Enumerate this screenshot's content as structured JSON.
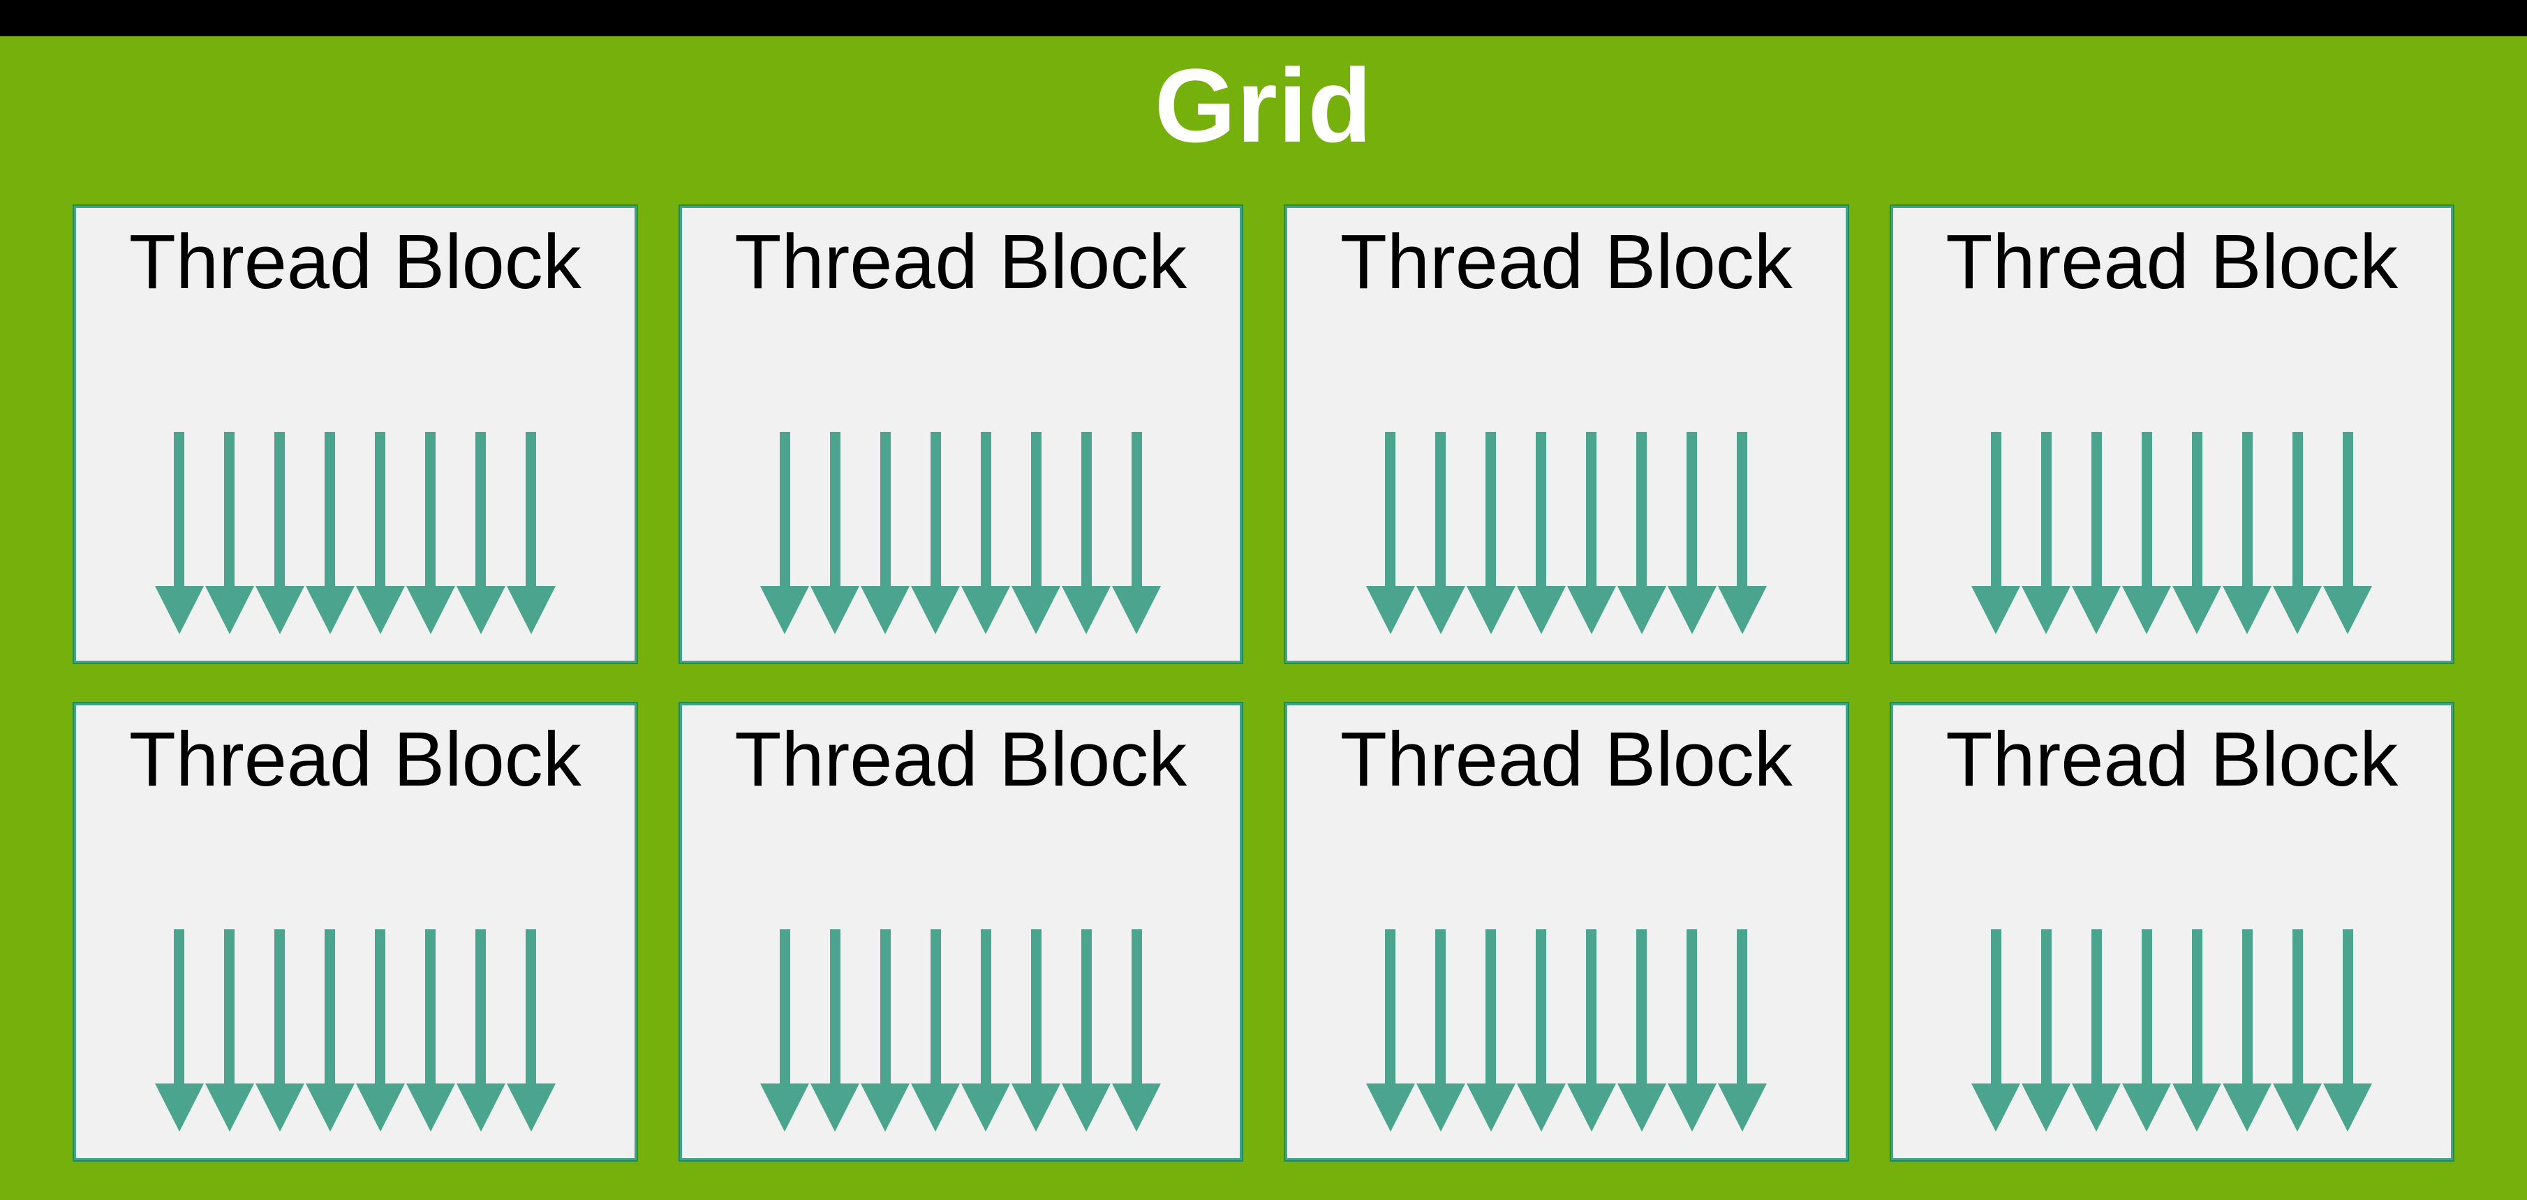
{
  "title": "Grid",
  "arrows_per_block": 8,
  "blocks": [
    {
      "label": "Thread Block"
    },
    {
      "label": "Thread Block"
    },
    {
      "label": "Thread Block"
    },
    {
      "label": "Thread Block"
    },
    {
      "label": "Thread Block"
    },
    {
      "label": "Thread Block"
    },
    {
      "label": "Thread Block"
    },
    {
      "label": "Thread Block"
    }
  ],
  "icons": {
    "arrow": "down-arrow-icon"
  },
  "colors": {
    "background_green": "#75B00C",
    "top_bar": "#000000",
    "block_fill": "#F1F1F1",
    "block_border": "#42A289",
    "block_border_outer": "#1F8C50",
    "arrow": "#4AA48E",
    "title_text": "#FFFFFF",
    "block_text": "#000000"
  }
}
